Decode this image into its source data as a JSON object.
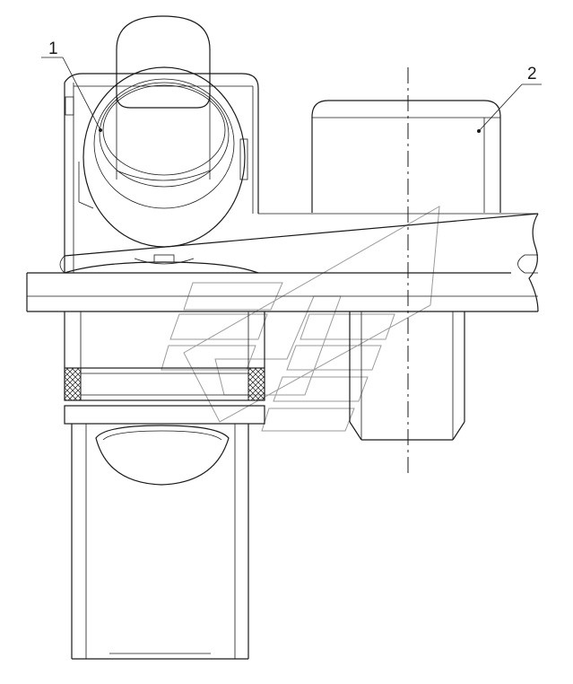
{
  "diagram": {
    "callouts": [
      {
        "id": "1",
        "label": "1"
      },
      {
        "id": "2",
        "label": "2"
      }
    ],
    "colors": {
      "line": "#1a1a1a",
      "watermark": "#9a9a9a",
      "background": "#ffffff"
    }
  }
}
